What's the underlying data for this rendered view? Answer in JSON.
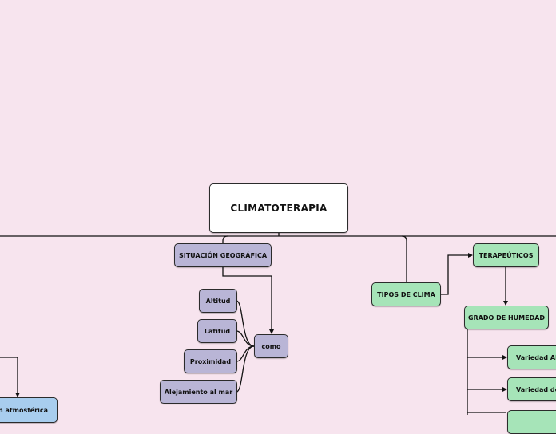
{
  "map": {
    "root": "CLIMATOTERAPIA",
    "situacion": "SITUACIÓN GEOGRÁFICA",
    "altitud": "Altitud",
    "latitud": "Latitud",
    "proximidad": "Proximidad",
    "alejamiento": "Alejamiento al mar",
    "como": "como",
    "tipos": "TIPOS DE CLIMA",
    "terapeuticos": "TERAPEÚTICOS",
    "humedad": "GRADO DE HUMEDAD",
    "variedad_alp": "Variedad Alp",
    "variedad_de": "Variedad de",
    "presion": "ión atmosférica"
  },
  "colors": {
    "background": "#f7e4ee",
    "purple_node": "#b9b5d6",
    "green_node": "#a6e4b8",
    "blue_node": "#a8cdee"
  }
}
